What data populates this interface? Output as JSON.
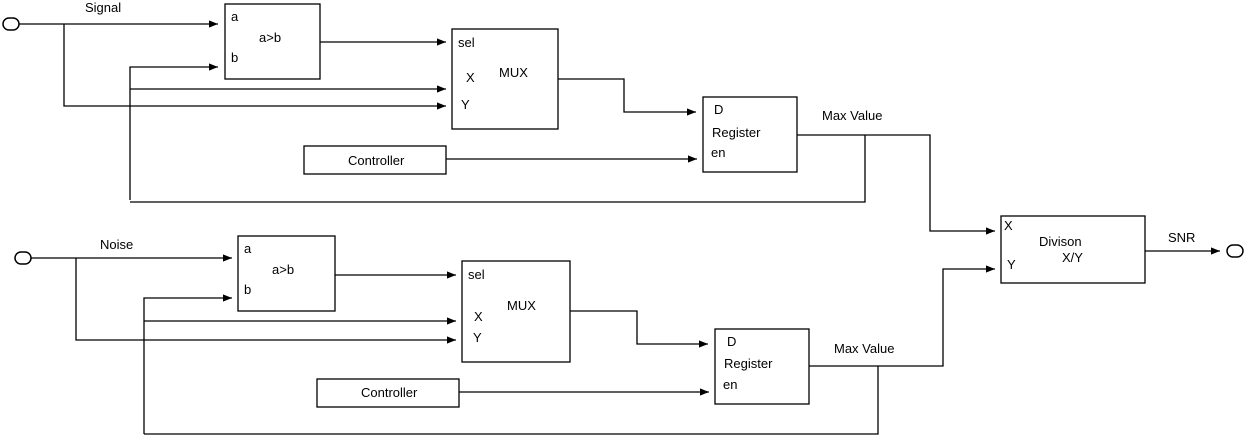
{
  "signal_path": {
    "input_label": "Signal",
    "comparator": {
      "port_a": "a",
      "port_b": "b",
      "title": "a>b"
    },
    "mux": {
      "port_sel": "sel",
      "port_x": "X",
      "port_y": "Y",
      "title": "MUX"
    },
    "register": {
      "port_d": "D",
      "title": "Register",
      "port_en": "en"
    },
    "controller": "Controller",
    "output_label": "Max Value"
  },
  "noise_path": {
    "input_label": "Noise",
    "comparator": {
      "port_a": "a",
      "port_b": "b",
      "title": "a>b"
    },
    "mux": {
      "port_sel": "sel",
      "port_x": "X",
      "port_y": "Y",
      "title": "MUX"
    },
    "register": {
      "port_d": "D",
      "title": "Register",
      "port_en": "en"
    },
    "controller": "Controller",
    "output_label": "Max Value"
  },
  "divider": {
    "port_x": "X",
    "port_y": "Y",
    "title": "Divison",
    "subtitle": "X/Y"
  },
  "output": {
    "label": "SNR"
  }
}
